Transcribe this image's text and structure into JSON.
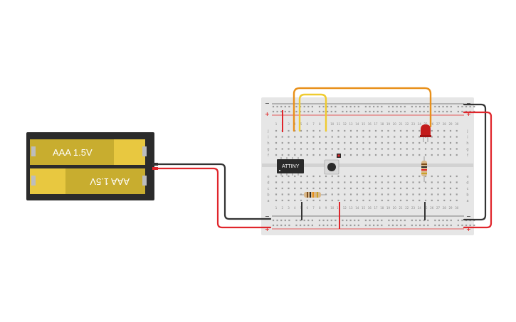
{
  "battery": {
    "cell_top_label": "AAA 1.5V",
    "cell_bottom_label": "AAA 1.5V"
  },
  "chip": {
    "label": "ATTINY"
  },
  "breadboard": {
    "rail_plus": "+",
    "rail_minus": "−",
    "row_letters_top": [
      "j",
      "i",
      "h",
      "g",
      "f"
    ],
    "row_letters_bottom": [
      "e",
      "d",
      "c",
      "b",
      "a"
    ],
    "column_count": 30
  },
  "colors": {
    "board": "#e6e6e6",
    "battery_case": "#2b2b2b",
    "battery_cell": "#c8ad2f",
    "battery_cell_light": "#e8c840",
    "wire_red": "#e0252b",
    "wire_black": "#333333",
    "wire_orange": "#e8901a",
    "wire_yellow": "#efcb30",
    "led": "#c31b1b",
    "rail_red": "#e02a2a",
    "rail_gray": "#5a5a5a"
  }
}
